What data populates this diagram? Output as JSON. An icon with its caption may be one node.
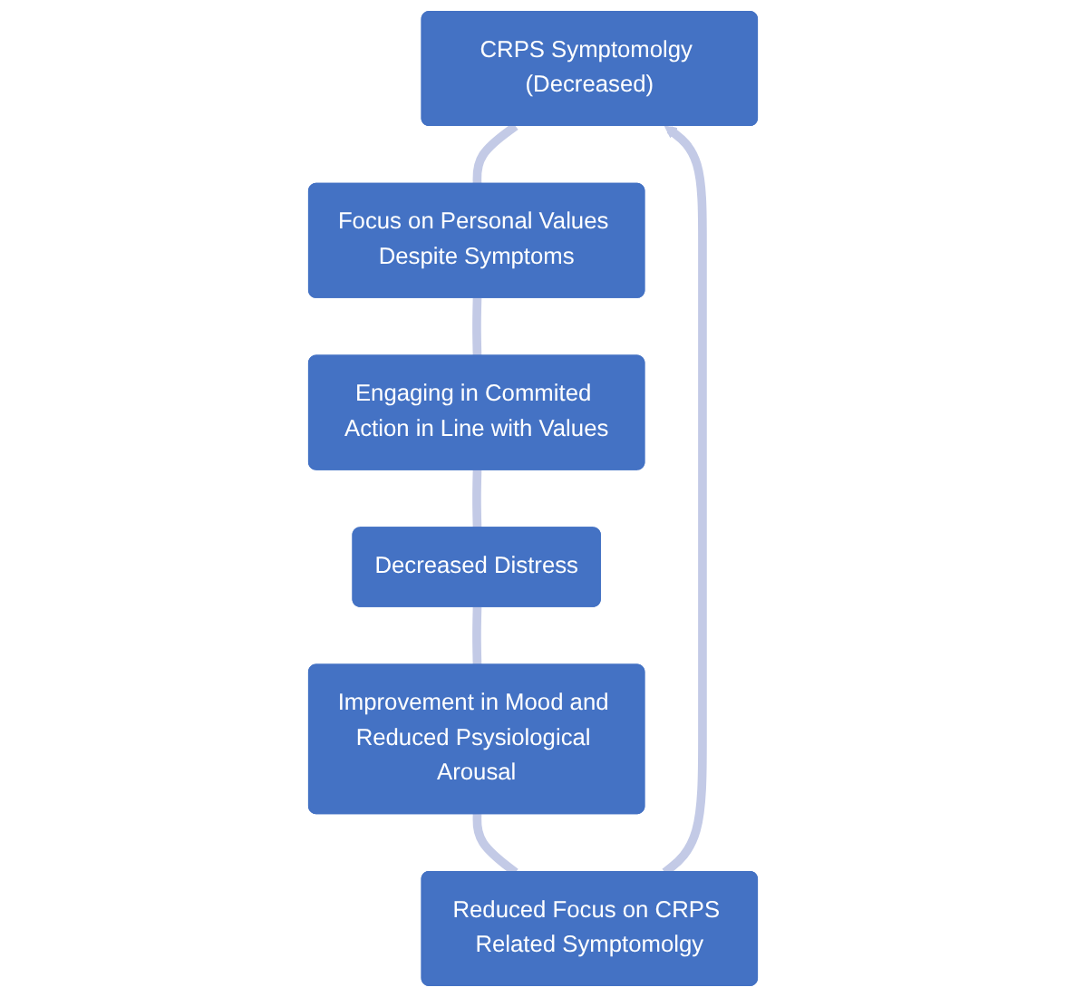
{
  "diagram": {
    "nodes": [
      {
        "text": [
          "CRPS Symptomolgy (Decreased)"
        ]
      },
      {
        "text": [
          "Focus on Personal Values Despite Symptoms"
        ]
      },
      {
        "text": [
          "Engaging in Commited Action in Line with Values"
        ]
      },
      {
        "text": [
          "Decreased Distress"
        ]
      },
      {
        "text": [
          "Improvement in Mood and Reduced Psysiological Arousal"
        ]
      },
      {
        "text": [
          "Reduced Focus on CRPS Related Symptomolgy"
        ]
      }
    ],
    "edges": [
      {
        "from": 0,
        "to": 1,
        "arrow": "none"
      },
      {
        "from": 1,
        "to": 2,
        "arrow": "none"
      },
      {
        "from": 2,
        "to": 3,
        "arrow": "none"
      },
      {
        "from": 3,
        "to": 4,
        "arrow": "none"
      },
      {
        "from": 4,
        "to": 5,
        "arrow": "none"
      },
      {
        "from": 5,
        "to": 0,
        "arrow": "to"
      }
    ]
  }
}
